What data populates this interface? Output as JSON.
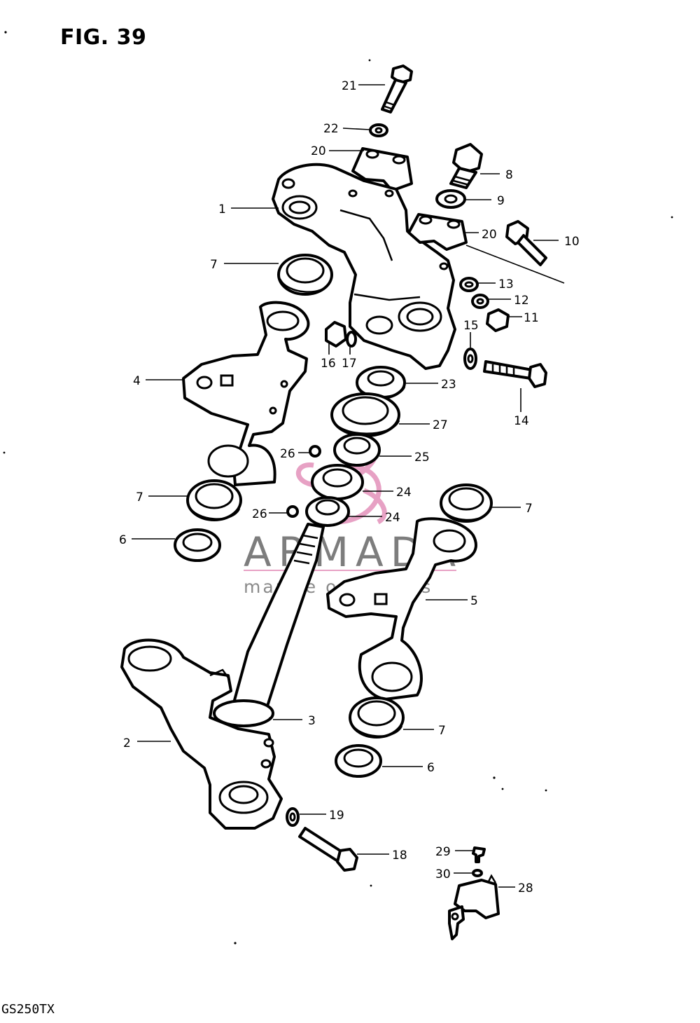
{
  "figure": {
    "title": "FIG. 39",
    "model_code": "GS250TX"
  },
  "watermark": {
    "brand": "ARMADA",
    "tagline": "marine outboards",
    "accent_color": "#e7a1c4",
    "text_color": "#7d7d7d"
  },
  "callouts": [
    {
      "id": "c21",
      "label": "21"
    },
    {
      "id": "c22",
      "label": "22"
    },
    {
      "id": "c20a",
      "label": "20"
    },
    {
      "id": "c8",
      "label": "8"
    },
    {
      "id": "c9",
      "label": "9"
    },
    {
      "id": "c1",
      "label": "1"
    },
    {
      "id": "c20b",
      "label": "20"
    },
    {
      "id": "c10",
      "label": "10"
    },
    {
      "id": "c7a",
      "label": "7"
    },
    {
      "id": "c13",
      "label": "13"
    },
    {
      "id": "c12",
      "label": "12"
    },
    {
      "id": "c11",
      "label": "11"
    },
    {
      "id": "c15",
      "label": "15"
    },
    {
      "id": "c16",
      "label": "16"
    },
    {
      "id": "c17",
      "label": "17"
    },
    {
      "id": "c4",
      "label": "4"
    },
    {
      "id": "c23",
      "label": "23"
    },
    {
      "id": "c14",
      "label": "14"
    },
    {
      "id": "c27",
      "label": "27"
    },
    {
      "id": "c26a",
      "label": "26"
    },
    {
      "id": "c25",
      "label": "25"
    },
    {
      "id": "c24a",
      "label": "24"
    },
    {
      "id": "c7b",
      "label": "7"
    },
    {
      "id": "c26b",
      "label": "26"
    },
    {
      "id": "c24b",
      "label": "24"
    },
    {
      "id": "c7c",
      "label": "7"
    },
    {
      "id": "c6a",
      "label": "6"
    },
    {
      "id": "c5",
      "label": "5"
    },
    {
      "id": "c3",
      "label": "3"
    },
    {
      "id": "c2",
      "label": "2"
    },
    {
      "id": "c7d",
      "label": "7"
    },
    {
      "id": "c6b",
      "label": "6"
    },
    {
      "id": "c19",
      "label": "19"
    },
    {
      "id": "c18",
      "label": "18"
    },
    {
      "id": "c29",
      "label": "29"
    },
    {
      "id": "c30",
      "label": "30"
    },
    {
      "id": "c28",
      "label": "28"
    }
  ]
}
